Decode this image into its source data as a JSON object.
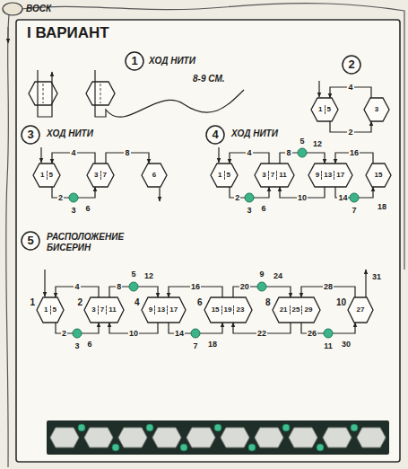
{
  "diagram": {
    "title": "I ВАРИАНТ",
    "nodes": [
      {
        "text": [
          "1"
        ]
      },
      {
        "text": [
          "2"
        ]
      },
      {
        "text": [
          "1",
          "5"
        ]
      },
      {
        "text": [
          "3"
        ]
      },
      {
        "text": [
          "3"
        ]
      },
      {
        "text": [
          "1",
          "5"
        ]
      },
      {
        "text": [
          "3",
          "7"
        ]
      },
      {
        "text": [
          "6"
        ]
      },
      {
        "text": [
          "4"
        ]
      },
      {
        "text": [
          "1",
          "5"
        ]
      },
      {
        "text": [
          "3",
          "7",
          "11"
        ]
      },
      {
        "text": [
          "9",
          "13",
          "17"
        ]
      },
      {
        "text": [
          "15"
        ]
      },
      {
        "text": [
          "5"
        ]
      },
      {
        "text": [
          "1",
          "1",
          "5"
        ]
      },
      {
        "text": [
          "2",
          "3",
          "7",
          "11"
        ]
      },
      {
        "text": [
          "4",
          "9",
          "13",
          "17"
        ]
      },
      {
        "text": [
          "6",
          "15",
          "19",
          "23"
        ]
      },
      {
        "text": [
          "8",
          "21",
          "25",
          "29"
        ]
      },
      {
        "text": [
          "10",
          "27"
        ]
      }
    ],
    "edges": [
      {
        "from": 3,
        "to": 2,
        "label": "4",
        "arrow": "to"
      },
      {
        "from": 2,
        "to": 3,
        "label": "2",
        "arrow": "to"
      },
      {
        "from": 6,
        "to": 5,
        "label": "4",
        "arrow": "to"
      },
      {
        "from": 5,
        "to": 6,
        "label": "2",
        "arrow": "to"
      },
      {
        "from": 6,
        "to": 7,
        "label": "8",
        "arrow": "to"
      },
      {
        "from": 10,
        "to": 9,
        "label": "4",
        "arrow": "to"
      },
      {
        "from": 9,
        "to": 10,
        "label": "2",
        "arrow": "to"
      },
      {
        "from": 10,
        "to": 11,
        "label": "8",
        "arrow": "to"
      },
      {
        "from": 11,
        "to": 10,
        "label": "10",
        "arrow": "to"
      },
      {
        "from": 11,
        "to": 12,
        "label": "14",
        "arrow": "to"
      },
      {
        "from": 12,
        "to": 11,
        "label": "16",
        "arrow": "to"
      },
      {
        "from": 15,
        "to": 14,
        "label": "4",
        "arrow": "to"
      },
      {
        "from": 14,
        "to": 15,
        "label": "2",
        "arrow": "to"
      },
      {
        "from": 15,
        "to": 16,
        "label": "8",
        "arrow": "to"
      },
      {
        "from": 16,
        "to": 15,
        "label": "10",
        "arrow": "to"
      },
      {
        "from": 16,
        "to": 17,
        "label": "14",
        "arrow": "to"
      },
      {
        "from": 17,
        "to": 16,
        "label": "16",
        "arrow": "to"
      },
      {
        "from": 17,
        "to": 18,
        "label": "20",
        "arrow": "to"
      },
      {
        "from": 18,
        "to": 17,
        "label": "22",
        "arrow": "to"
      },
      {
        "from": 18,
        "to": 19,
        "label": "26",
        "arrow": "to"
      },
      {
        "from": 19,
        "to": 18,
        "label": "28",
        "arrow": "to"
      }
    ],
    "labels": [
      "ВОСК",
      "ХОД НИТИ",
      "8-9 СМ.",
      "ХОД НИТИ",
      "3",
      "6",
      "ХОД НИТИ",
      "5",
      "12",
      "3",
      "6",
      "7",
      "18",
      "РАСПОЛОЖЕНИЕ БИСЕРИН",
      "3",
      "6",
      "5",
      "12",
      "7",
      "18",
      "9",
      "24",
      "11",
      "30",
      "31"
    ]
  }
}
